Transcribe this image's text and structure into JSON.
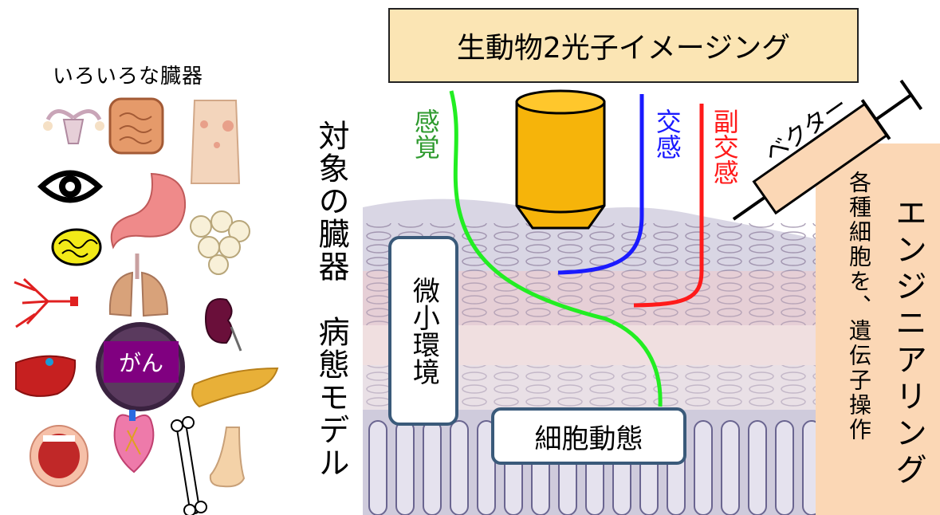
{
  "organs_title": "いろいろな臓器",
  "target_organs_label": "対象の臓器　病態モデル",
  "cancer_label": "がん",
  "imaging_title": "生動物2光子イメージング",
  "nerves": {
    "sensory": "感覚",
    "sympathetic": "交感",
    "parasympathetic": "副交感"
  },
  "vector_label": "ベクター",
  "engineering": {
    "title": "エンジニアリング",
    "subtitle": "各種細胞を、遺伝子操作"
  },
  "microenvironment_label": "微小環境",
  "cell_dynamics_label": "細胞動態",
  "colors": {
    "sensory": "#22dd22",
    "sympathetic": "#1a1aff",
    "parasympathetic": "#ff1a1a",
    "title_box": "#fbe5b4",
    "engineering_box": "#fbd7b5",
    "cancer_bg": "#800080"
  },
  "icons": [
    "uterus-icon",
    "intestine-icon",
    "skin-icon",
    "eye-icon",
    "stomach-icon",
    "brain-icon",
    "fat-cells-icon",
    "blood-vessel-icon",
    "lung-icon",
    "kidney-icon",
    "liver-icon",
    "cancer-icon",
    "pancreas-icon",
    "mouth-icon",
    "heart-icon",
    "bone-icon",
    "nose-icon"
  ]
}
